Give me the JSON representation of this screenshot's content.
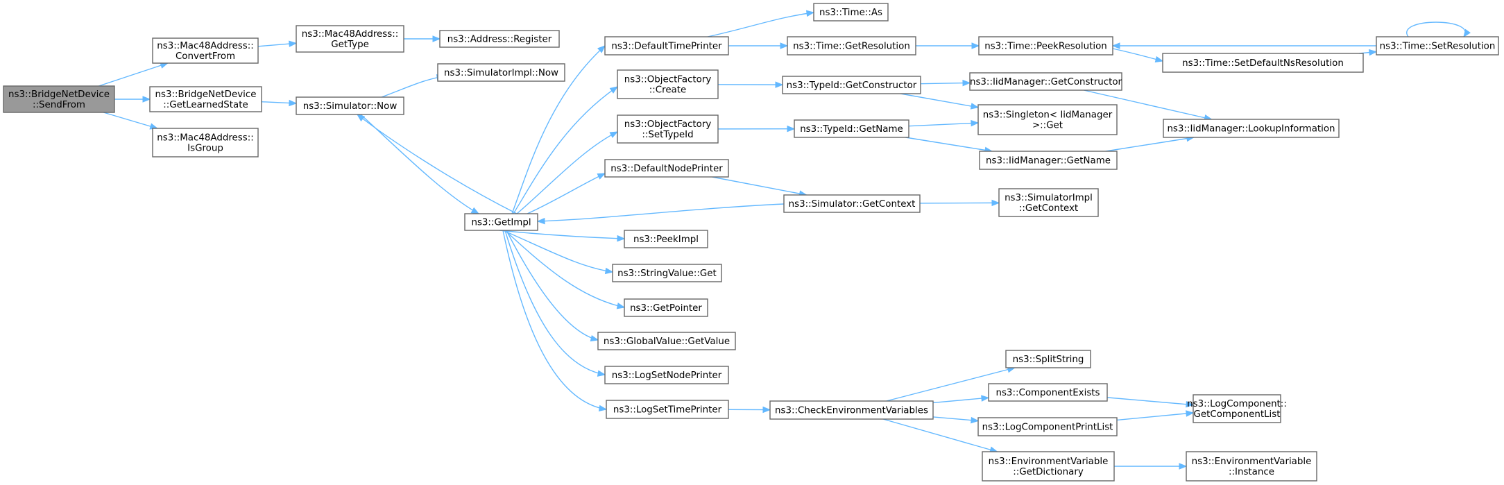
{
  "nodes": [
    {
      "id": "n0",
      "lines": [
        "ns3::BridgeNetDevice",
        "::SendFrom"
      ],
      "root": true
    },
    {
      "id": "n1",
      "lines": [
        "ns3::Mac48Address::",
        "ConvertFrom"
      ]
    },
    {
      "id": "n2",
      "lines": [
        "ns3::BridgeNetDevice",
        "::GetLearnedState"
      ]
    },
    {
      "id": "n3",
      "lines": [
        "ns3::Mac48Address::",
        "IsGroup"
      ]
    },
    {
      "id": "n4",
      "lines": [
        "ns3::Mac48Address::",
        "GetType"
      ]
    },
    {
      "id": "n5",
      "lines": [
        "ns3::Address::Register"
      ]
    },
    {
      "id": "n6",
      "lines": [
        "ns3::Simulator::Now"
      ]
    },
    {
      "id": "n7",
      "lines": [
        "ns3::SimulatorImpl::Now"
      ]
    },
    {
      "id": "n8",
      "lines": [
        "ns3::GetImpl"
      ]
    },
    {
      "id": "n9",
      "lines": [
        "ns3::DefaultTimePrinter"
      ]
    },
    {
      "id": "n10",
      "lines": [
        "ns3::ObjectFactory",
        "::Create"
      ]
    },
    {
      "id": "n11",
      "lines": [
        "ns3::ObjectFactory",
        "::SetTypeId"
      ]
    },
    {
      "id": "n12",
      "lines": [
        "ns3::DefaultNodePrinter"
      ]
    },
    {
      "id": "n13",
      "lines": [
        "ns3::PeekImpl"
      ]
    },
    {
      "id": "n14",
      "lines": [
        "ns3::StringValue::Get"
      ]
    },
    {
      "id": "n15",
      "lines": [
        "ns3::GetPointer"
      ]
    },
    {
      "id": "n16",
      "lines": [
        "ns3::GlobalValue::GetValue"
      ]
    },
    {
      "id": "n17",
      "lines": [
        "ns3::LogSetNodePrinter"
      ]
    },
    {
      "id": "n18",
      "lines": [
        "ns3::LogSetTimePrinter"
      ]
    },
    {
      "id": "n19",
      "lines": [
        "ns3::Time::As"
      ]
    },
    {
      "id": "n20",
      "lines": [
        "ns3::Time::GetResolution"
      ]
    },
    {
      "id": "n21",
      "lines": [
        "ns3::TypeId::GetConstructor"
      ]
    },
    {
      "id": "n22",
      "lines": [
        "ns3::TypeId::GetName"
      ]
    },
    {
      "id": "n23",
      "lines": [
        "ns3::Simulator::GetContext"
      ]
    },
    {
      "id": "n24",
      "lines": [
        "ns3::CheckEnvironmentVariables"
      ]
    },
    {
      "id": "n25",
      "lines": [
        "ns3::Time::PeekResolution"
      ]
    },
    {
      "id": "n26",
      "lines": [
        "ns3::Time::SetDefaultNsResolution"
      ]
    },
    {
      "id": "n27",
      "lines": [
        "ns3::Time::SetResolution"
      ]
    },
    {
      "id": "n28",
      "lines": [
        "ns3::IidManager::GetConstructor"
      ]
    },
    {
      "id": "n29",
      "lines": [
        "ns3::Singleton< IidManager",
        ">::Get"
      ]
    },
    {
      "id": "n30",
      "lines": [
        "ns3::IidManager::LookupInformation"
      ]
    },
    {
      "id": "n31",
      "lines": [
        "ns3::IidManager::GetName"
      ]
    },
    {
      "id": "n32",
      "lines": [
        "ns3::SimulatorImpl",
        "::GetContext"
      ]
    },
    {
      "id": "n33",
      "lines": [
        "ns3::SplitString"
      ]
    },
    {
      "id": "n34",
      "lines": [
        "ns3::ComponentExists"
      ]
    },
    {
      "id": "n35",
      "lines": [
        "ns3::LogComponentPrintList"
      ]
    },
    {
      "id": "n36",
      "lines": [
        "ns3::EnvironmentVariable",
        "::GetDictionary"
      ]
    },
    {
      "id": "n37",
      "lines": [
        "ns3::LogComponent::",
        "GetComponentList"
      ]
    },
    {
      "id": "n38",
      "lines": [
        "ns3::EnvironmentVariable",
        "::Instance"
      ]
    }
  ],
  "edges": [
    [
      "n0",
      "n1"
    ],
    [
      "n0",
      "n2"
    ],
    [
      "n0",
      "n3"
    ],
    [
      "n1",
      "n4"
    ],
    [
      "n4",
      "n5"
    ],
    [
      "n2",
      "n6"
    ],
    [
      "n6",
      "n7"
    ],
    [
      "n6",
      "n8"
    ],
    [
      "n8",
      "n6"
    ],
    [
      "n8",
      "n9"
    ],
    [
      "n8",
      "n10"
    ],
    [
      "n8",
      "n11"
    ],
    [
      "n8",
      "n12"
    ],
    [
      "n8",
      "n13"
    ],
    [
      "n8",
      "n14"
    ],
    [
      "n8",
      "n15"
    ],
    [
      "n8",
      "n16"
    ],
    [
      "n8",
      "n17"
    ],
    [
      "n8",
      "n18"
    ],
    [
      "n9",
      "n19"
    ],
    [
      "n9",
      "n20"
    ],
    [
      "n20",
      "n25"
    ],
    [
      "n25",
      "n26"
    ],
    [
      "n26",
      "n27"
    ],
    [
      "n27",
      "n25"
    ],
    [
      "n27",
      "n27"
    ],
    [
      "n10",
      "n21"
    ],
    [
      "n21",
      "n28"
    ],
    [
      "n21",
      "n29"
    ],
    [
      "n28",
      "n30"
    ],
    [
      "n11",
      "n22"
    ],
    [
      "n22",
      "n29"
    ],
    [
      "n22",
      "n31"
    ],
    [
      "n31",
      "n30"
    ],
    [
      "n12",
      "n23"
    ],
    [
      "n23",
      "n8"
    ],
    [
      "n23",
      "n32"
    ],
    [
      "n18",
      "n24"
    ],
    [
      "n24",
      "n33"
    ],
    [
      "n24",
      "n34"
    ],
    [
      "n24",
      "n35"
    ],
    [
      "n24",
      "n36"
    ],
    [
      "n34",
      "n37"
    ],
    [
      "n35",
      "n37"
    ],
    [
      "n36",
      "n38"
    ]
  ],
  "colors": {
    "edge": "#63b8ff",
    "node_border": "#666666",
    "node_fill": "#ffffff",
    "root_fill": "#999999",
    "text": "#000000"
  }
}
